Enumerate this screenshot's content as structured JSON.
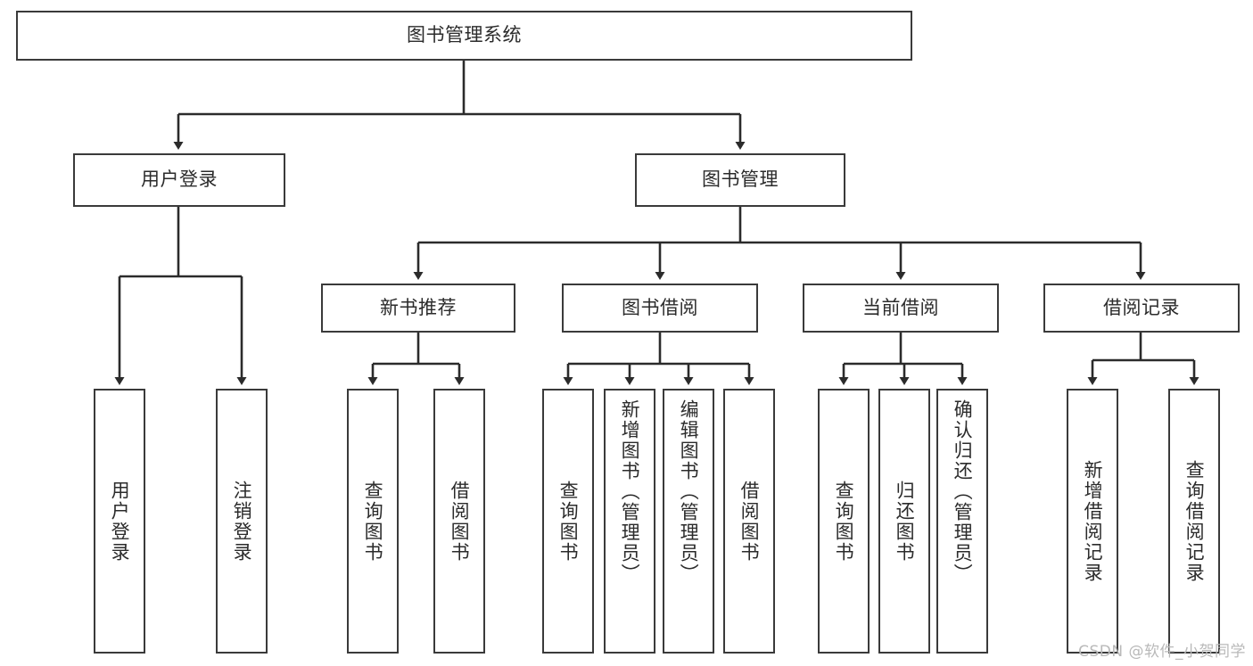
{
  "diagram": {
    "type": "tree-hierarchy",
    "title": "图书管理系统",
    "watermark": "CSDN @软件_小贺同学",
    "colors": {
      "border": "#3a3a3a",
      "text": "#2b2b2b",
      "background": "#ffffff",
      "connector": "#2b2b2b",
      "watermark": "#b9b9b9"
    },
    "root": {
      "label": "图书管理系统"
    },
    "level2": [
      {
        "id": "user-login",
        "label": "用户登录"
      },
      {
        "id": "book-management",
        "label": "图书管理"
      }
    ],
    "level3": [
      {
        "id": "new-book-recommend",
        "label": "新书推荐"
      },
      {
        "id": "book-borrow",
        "label": "图书借阅"
      },
      {
        "id": "current-borrow",
        "label": "当前借阅"
      },
      {
        "id": "borrow-record",
        "label": "借阅记录"
      }
    ],
    "leaves": {
      "user-login": [
        {
          "id": "leaf-user-login",
          "label": "用户登录"
        },
        {
          "id": "leaf-logout-login",
          "label": "注销登录"
        }
      ],
      "new-book-recommend": [
        {
          "id": "leaf-query-book-1",
          "label": "查询图书"
        },
        {
          "id": "leaf-borrow-book-1",
          "label": "借阅图书"
        }
      ],
      "book-borrow": [
        {
          "id": "leaf-query-book-2",
          "label": "查询图书"
        },
        {
          "id": "leaf-add-book",
          "label": "新增图书（管理员）"
        },
        {
          "id": "leaf-edit-book",
          "label": "编辑图书（管理员）"
        },
        {
          "id": "leaf-borrow-book-2",
          "label": "借阅图书"
        }
      ],
      "current-borrow": [
        {
          "id": "leaf-query-book-3",
          "label": "查询图书"
        },
        {
          "id": "leaf-return-book",
          "label": "归还图书"
        },
        {
          "id": "leaf-confirm-return",
          "label": "确认归还（管理员）"
        }
      ],
      "borrow-record": [
        {
          "id": "leaf-add-record",
          "label": "新增借阅记录"
        },
        {
          "id": "leaf-query-record",
          "label": "查询借阅记录"
        }
      ]
    }
  }
}
